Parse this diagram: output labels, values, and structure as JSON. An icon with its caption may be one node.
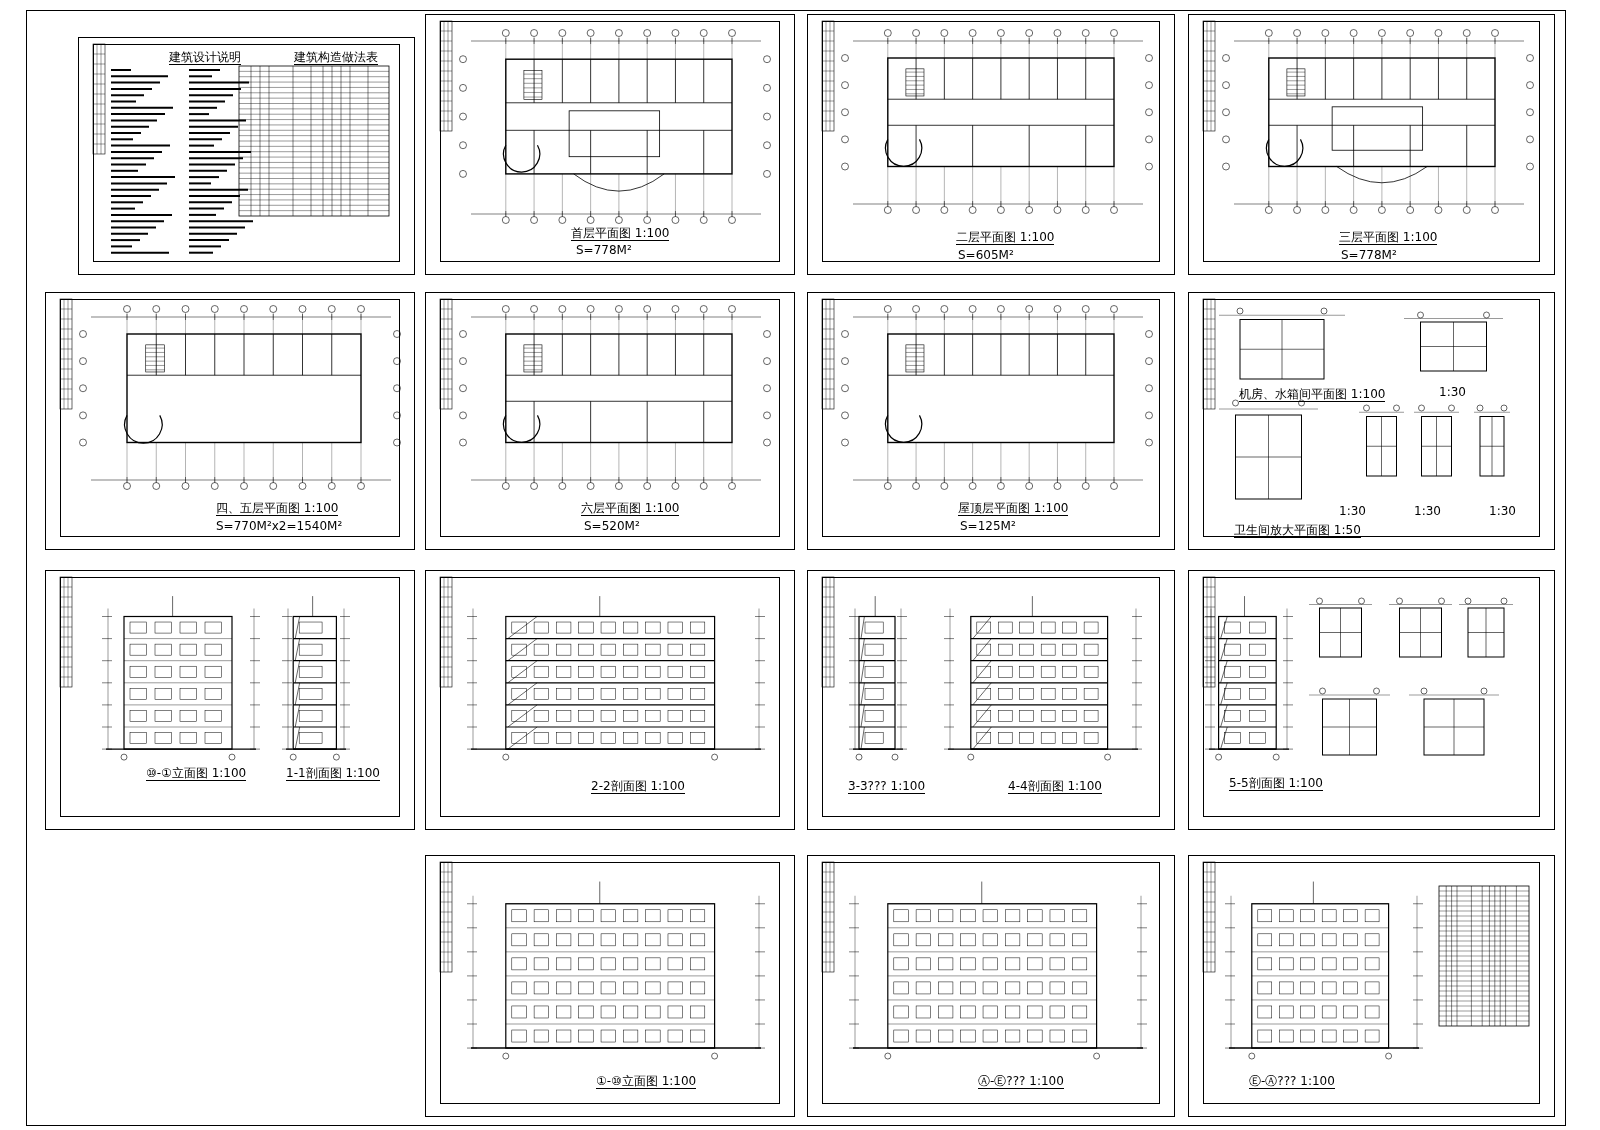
{
  "diagram": {
    "nodes": [
      {
        "text": [
          "建筑设计说明",
          "建筑构造做法表"
        ]
      },
      {
        "text": [
          "首层平面图 1:100",
          "S=778M²"
        ]
      },
      {
        "text": [
          "二层平面图 1:100",
          "S=605M²"
        ]
      },
      {
        "text": [
          "三层平面图 1:100",
          "S=778M²"
        ]
      },
      {
        "text": [
          "四、五层平面图 1:100",
          "S=770M²x2=1540M²"
        ]
      },
      {
        "text": [
          "六层平面图 1:100",
          "S=520M²"
        ]
      },
      {
        "text": [
          "屋顶层平面图 1:100",
          "S=125M²"
        ]
      },
      {
        "text": [
          "机房、水箱间平面图 1:100",
          "卫生间放大平面图 1:50",
          "1:30",
          "1:30",
          "1:30",
          "1:30"
        ]
      },
      {
        "text": [
          "⑩-①立面图 1:100",
          "1-1剖面图 1:100"
        ]
      },
      {
        "text": [
          "2-2剖面图 1:100"
        ]
      },
      {
        "text": [
          "3-3??? 1:100",
          "4-4剖面图 1:100"
        ]
      },
      {
        "text": [
          "5-5剖面图 1:100"
        ]
      },
      {
        "text": [
          "①-⑩立面图 1:100"
        ]
      },
      {
        "text": [
          "Ⓐ-Ⓔ??? 1:100"
        ]
      },
      {
        "text": [
          "Ⓔ-Ⓐ??? 1:100"
        ]
      }
    ]
  }
}
